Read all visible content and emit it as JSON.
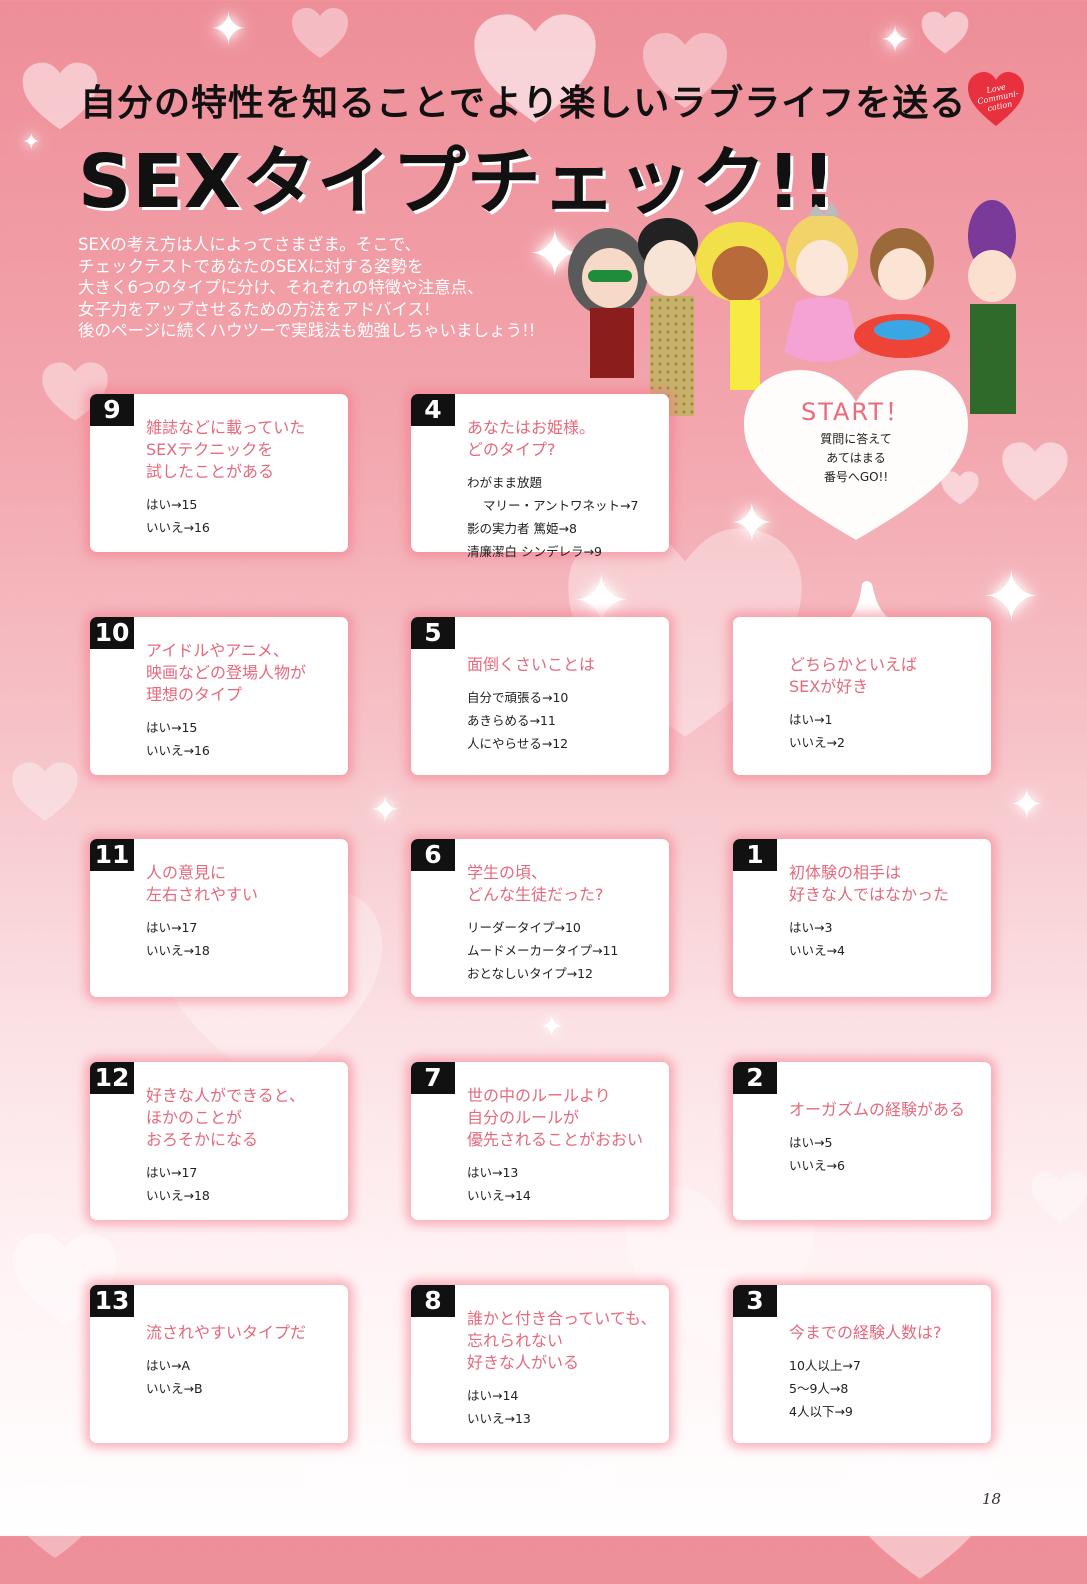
{
  "header": {
    "subtitle": "自分の特性を知ることでより楽しいラブライフを送る",
    "title": "SEXタイプチェック!!",
    "logo_text": [
      "Love",
      "Communi-",
      "cation"
    ]
  },
  "intro": [
    "SEXの考え方は人によってさまざま。そこで、",
    "チェックテストであなたのSEXに対する姿勢を",
    "大きく6つのタイプに分け、それぞれの特徴や注意点、",
    "女子力をアップさせるための方法をアドバイス!",
    "後のページに続くハウツーで実践法も勉強しちゃいましょう!!"
  ],
  "start": {
    "title": "START！",
    "lines": [
      "質問に答えて",
      "あてはまる",
      "番号へGO!!"
    ]
  },
  "colors": {
    "accent": "#e46a7e",
    "bg_top": "#ee8e98",
    "num_bg": "#111111"
  },
  "cards": [
    {
      "num": "9",
      "question": [
        "雑誌などに載っていた",
        "SEXテクニックを",
        "試したことがある"
      ],
      "answers": [
        "はい→15",
        "いいえ→16"
      ]
    },
    {
      "num": "4",
      "question": [
        "あなたはお姫様。",
        "どのタイプ?"
      ],
      "answers": [
        "わがまま放題",
        "マリー・アントワネット→7",
        "影の実力者 篤姫→8",
        "清廉潔白 シンデレラ→9"
      ]
    },
    {
      "num": "10",
      "question": [
        "アイドルやアニメ、",
        "映画などの登場人物が",
        "理想のタイプ"
      ],
      "answers": [
        "はい→15",
        "いいえ→16"
      ]
    },
    {
      "num": "5",
      "question": [
        "面倒くさいことは"
      ],
      "answers": [
        "自分で頑張る→10",
        "あきらめる→11",
        "人にやらせる→12"
      ]
    },
    {
      "num": "",
      "question": [
        "どちらかといえば",
        "SEXが好き"
      ],
      "answers": [
        "はい→1",
        "いいえ→2"
      ]
    },
    {
      "num": "11",
      "question": [
        "人の意見に",
        "左右されやすい"
      ],
      "answers": [
        "はい→17",
        "いいえ→18"
      ]
    },
    {
      "num": "6",
      "question": [
        "学生の頃、",
        "どんな生徒だった?"
      ],
      "answers": [
        "リーダータイプ→10",
        "ムードメーカータイプ→11",
        "おとなしいタイプ→12"
      ]
    },
    {
      "num": "1",
      "question": [
        "初体験の相手は",
        "好きな人ではなかった"
      ],
      "answers": [
        "はい→3",
        "いいえ→4"
      ]
    },
    {
      "num": "12",
      "question": [
        "好きな人ができると、",
        "ほかのことが",
        "おろそかになる"
      ],
      "answers": [
        "はい→17",
        "いいえ→18"
      ]
    },
    {
      "num": "7",
      "question": [
        "世の中のルールより",
        "自分のルールが",
        "優先されることがおおい"
      ],
      "answers": [
        "はい→13",
        "いいえ→14"
      ]
    },
    {
      "num": "2",
      "question": [
        "オーガズムの経験がある"
      ],
      "answers": [
        "はい→5",
        "いいえ→6"
      ]
    },
    {
      "num": "13",
      "question": [
        "流されやすいタイプだ"
      ],
      "answers": [
        "はい→A",
        "いいえ→B"
      ]
    },
    {
      "num": "8",
      "question": [
        "誰かと付き合っていても、",
        "忘れられない",
        "好きな人がいる"
      ],
      "answers": [
        "はい→14",
        "いいえ→13"
      ]
    },
    {
      "num": "3",
      "question": [
        "今までの経験人数は?"
      ],
      "answers": [
        "10人以上→7",
        "5〜9人→8",
        "4人以下→9"
      ]
    }
  ],
  "page_number": "18"
}
